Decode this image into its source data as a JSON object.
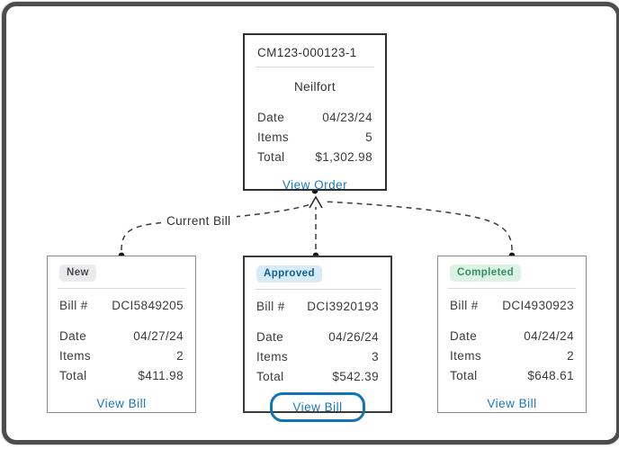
{
  "order_card": {
    "title": "CM123-000123-1",
    "customer": "Neilfort",
    "date_label": "Date",
    "date": "04/23/24",
    "items_label": "Items",
    "items": "5",
    "total_label": "Total",
    "total": "$1,302.98",
    "action_label": "View Order"
  },
  "connector": {
    "label": "Current Bill"
  },
  "bill_cards": [
    {
      "status": "New",
      "bill_label": "Bill #",
      "bill_number": "DCI5849205",
      "date_label": "Date",
      "date": "04/27/24",
      "items_label": "Items",
      "items": "2",
      "total_label": "Total",
      "total": "$411.98",
      "action_label": "View Bill"
    },
    {
      "status": "Approved",
      "bill_label": "Bill #",
      "bill_number": "DCI3920193",
      "date_label": "Date",
      "date": "04/26/24",
      "items_label": "Items",
      "items": "3",
      "total_label": "Total",
      "total": "$542.39",
      "action_label": "View Bill"
    },
    {
      "status": "Completed",
      "bill_label": "Bill #",
      "bill_number": "DCI4930923",
      "date_label": "Date",
      "date": "04/24/24",
      "items_label": "Items",
      "items": "2",
      "total_label": "Total",
      "total": "$648.61",
      "action_label": "View Bill"
    }
  ],
  "colors": {
    "accent_blue": "#1878be",
    "focus_ring_blue": "#1173b8",
    "badge_new_bg": "#ebebee",
    "badge_approved_bg": "#d8ecf8",
    "badge_approved_text": "#0d5d96",
    "badge_completed_bg": "#dcf2e4",
    "badge_completed_text": "#35915c",
    "connector_line": "#3c3c3c"
  }
}
